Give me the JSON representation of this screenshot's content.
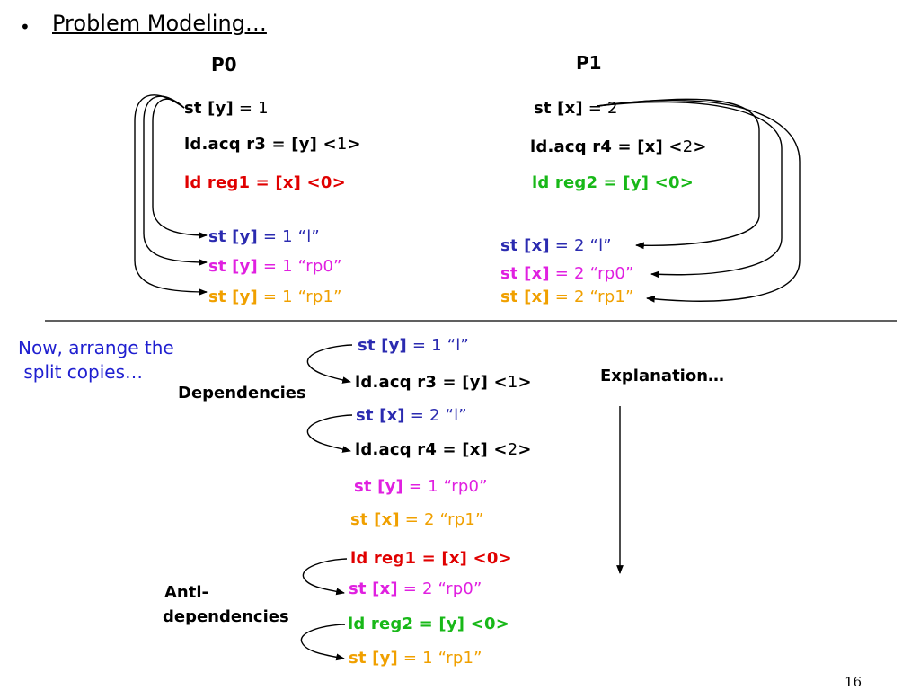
{
  "slide": {
    "bullet": "•",
    "heading": "Problem Modeling…",
    "page_number": "16"
  },
  "p0": {
    "label": "P0",
    "line1": {
      "kw": "st [y]",
      "rest": " = 1"
    },
    "line2": {
      "kw": "ld.acq r3 = [y] <",
      "num": "1",
      "end": ">"
    },
    "line3": "ld reg1 = [x] <0>",
    "copies": [
      {
        "kw": "st [y]",
        "rest": " = 1 “l”"
      },
      {
        "kw": "st [y]",
        "rest": " = 1 “rp0”"
      },
      {
        "kw": "st [y]",
        "rest": " = 1 “rp1”"
      }
    ]
  },
  "p1": {
    "label": "P1",
    "line1": {
      "kw": "st [x]",
      "rest": " = 2"
    },
    "line2": {
      "kw": "ld.acq r4 = [x] <",
      "num": "2",
      "end": ">"
    },
    "line3": "ld reg2 = [y] <0>",
    "copies": [
      {
        "kw": "st [x]",
        "rest": " = 2 “l”"
      },
      {
        "kw": "st [x]",
        "rest": " = 2 “rp0”"
      },
      {
        "kw": "st [x]",
        "rest": " = 2 “rp1”"
      }
    ]
  },
  "bottom": {
    "note_line1": "Now, arrange the",
    "note_line2": " split copies…",
    "dependencies_label": "Dependencies",
    "anti_label_line1": "Anti-",
    "anti_label_line2": "dependencies",
    "explanation": "Explanation…",
    "seq": {
      "s1": {
        "kw": "st [y]",
        "rest": " = 1 “l”"
      },
      "s2": {
        "kw": "ld.acq r3 = [y] <",
        "num": "1",
        "end": ">"
      },
      "s3": {
        "kw": "st [x]",
        "rest": " = 2 “l”"
      },
      "s4": {
        "kw": "ld.acq r4 = [x] <",
        "num": "2",
        "end": ">"
      },
      "s5": {
        "kw": "st [y]",
        "rest": " = 1 “rp0”"
      },
      "s6": {
        "kw": "st [x]",
        "rest": " = 2 “rp1”"
      },
      "s7": "ld reg1 = [x] <0>",
      "s8": {
        "kw": "st [x]",
        "rest": " = 2 “rp0”"
      },
      "s9": "ld reg2 = [y] <0>",
      "s10": {
        "kw": "st [y]",
        "rest": " = 1 “rp1”"
      }
    }
  },
  "colors": {
    "copy_l": "#2b2bb0",
    "copy_rp0": "#e020e0",
    "copy_rp1": "#f0a000",
    "reg_load_p0": "#e00000",
    "reg_load_p1": "#18b818",
    "note_text": "#1f1fd0"
  }
}
